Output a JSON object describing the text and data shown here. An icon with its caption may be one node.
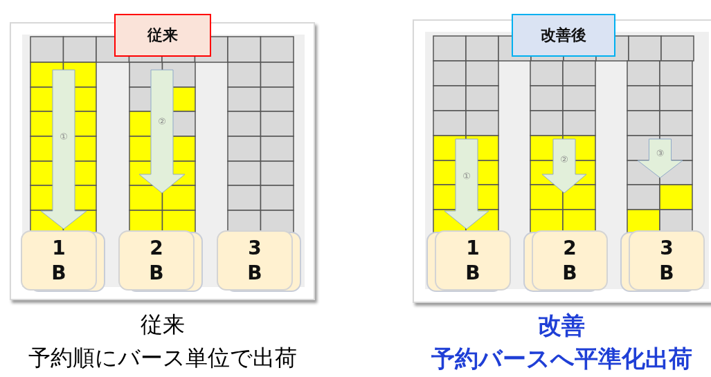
{
  "diagram": {
    "nodes": [
      {
        "text": [
          "従来"
        ]
      },
      {
        "text": [
          "①"
        ]
      },
      {
        "text": [
          "②"
        ]
      },
      {
        "text": [
          "1 B"
        ]
      },
      {
        "text": [
          "2 B"
        ]
      },
      {
        "text": [
          "3 B"
        ]
      },
      {
        "text": [
          "改善後"
        ]
      },
      {
        "text": [
          "①"
        ]
      },
      {
        "text": [
          "②"
        ]
      },
      {
        "text": [
          "③"
        ]
      },
      {
        "text": [
          "1 B"
        ]
      },
      {
        "text": [
          "2 B"
        ]
      },
      {
        "text": [
          "3 B"
        ]
      }
    ],
    "labels": [
      "従来",
      "予約順にバース単位で出荷",
      "改善",
      "予約バースへ平準化出荷"
    ]
  }
}
